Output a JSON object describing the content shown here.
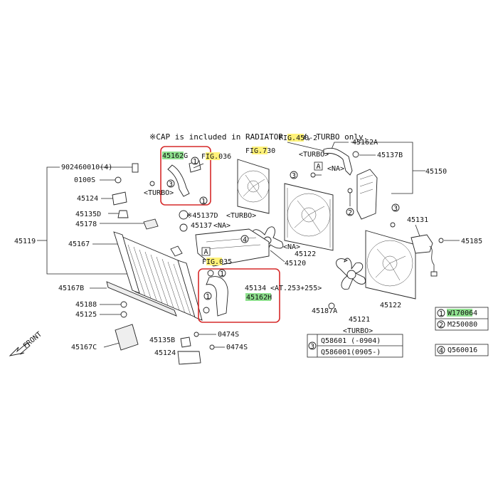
{
  "note": "※CAP is included in RADIATOR ASSY, TURBO only.",
  "fig_refs": {
    "fig_450_2": "FIG.450-2",
    "fig_036": "FIG.036",
    "fig_730": "FIG.730",
    "fig_035": "FIG.035"
  },
  "tags": {
    "turbo1": "<TURBO>",
    "turbo2": "<TURBO>",
    "turbo3": "<TURBO>",
    "na1": "<NA>",
    "na2": "<NA>",
    "na3": "<NA>",
    "at": "<AT.253+255>",
    "front": "FRONT"
  },
  "parts": {
    "p45162A": "45162A",
    "p45137B": "45137B",
    "p45150": "45150",
    "p45162G": "45162G",
    "p902460010": "902460010(4)",
    "p0100S": "0100S",
    "p45124a": "45124",
    "p45135D": "45135D",
    "p45178": "45178",
    "p45137D": "※45137D",
    "p45137": "45137",
    "p45119": "45119",
    "p45167": "45167",
    "p45122a": "45122",
    "p45120": "45120",
    "p45131": "45131",
    "p45185": "45185",
    "p45167B": "45167B",
    "p45134": "45134",
    "p45162H": "45162H",
    "p45187A": "45187A",
    "p45121": "45121",
    "p45122b": "45122",
    "p45188": "45188",
    "p45125": "45125",
    "p0474S_1": "0474S",
    "p0474S_2": "0474S",
    "p45167C": "45167C",
    "p45135B": "45135B",
    "p45124b": "45124",
    "callA1": "A",
    "callA2": "A"
  },
  "legend": {
    "n1": "1",
    "n2": "2",
    "n3": "3",
    "n4": "4",
    "v1": "W170064",
    "v2": "M250080",
    "v3a": "Q58601 (-0904)",
    "v3b": "Q586001(0905-)",
    "v4": "Q560016"
  },
  "colors": {
    "highlight_yellow": "#fff27a",
    "highlight_green": "#8ee08e",
    "callout_red": "#d62a2a"
  }
}
